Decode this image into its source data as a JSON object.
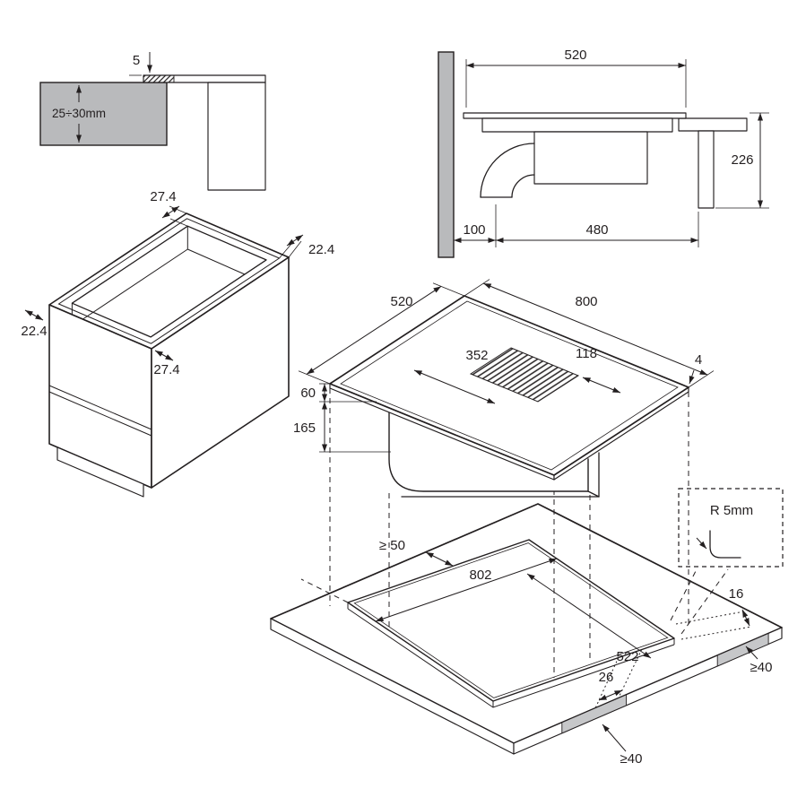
{
  "diagram": {
    "section_view": {
      "flange_height": "5",
      "worktop_thickness": "25÷30mm"
    },
    "side_view": {
      "hob_width": "520",
      "install_depth": "226",
      "wall_distance": "100",
      "duct_distance": "480"
    },
    "cabinet_view": {
      "rim_top": "27.4",
      "rim_right": "22.4",
      "rim_left": "22.4",
      "rim_front": "27.4"
    },
    "hob_view": {
      "hob_depth": "520",
      "hob_width": "800",
      "grille_length": "352",
      "grille_offset": "118",
      "glass_thickness": "4",
      "body_height": "60",
      "duct_box_height": "165"
    },
    "worktop_view": {
      "rear_clearance": "≥ 50",
      "cutout_length": "802",
      "cutout_width": "522",
      "edge_gap": "16",
      "side_clearance": "≥40",
      "front_gap": "26",
      "front_clearance": "≥40",
      "corner_radius": "R 5mm"
    }
  }
}
